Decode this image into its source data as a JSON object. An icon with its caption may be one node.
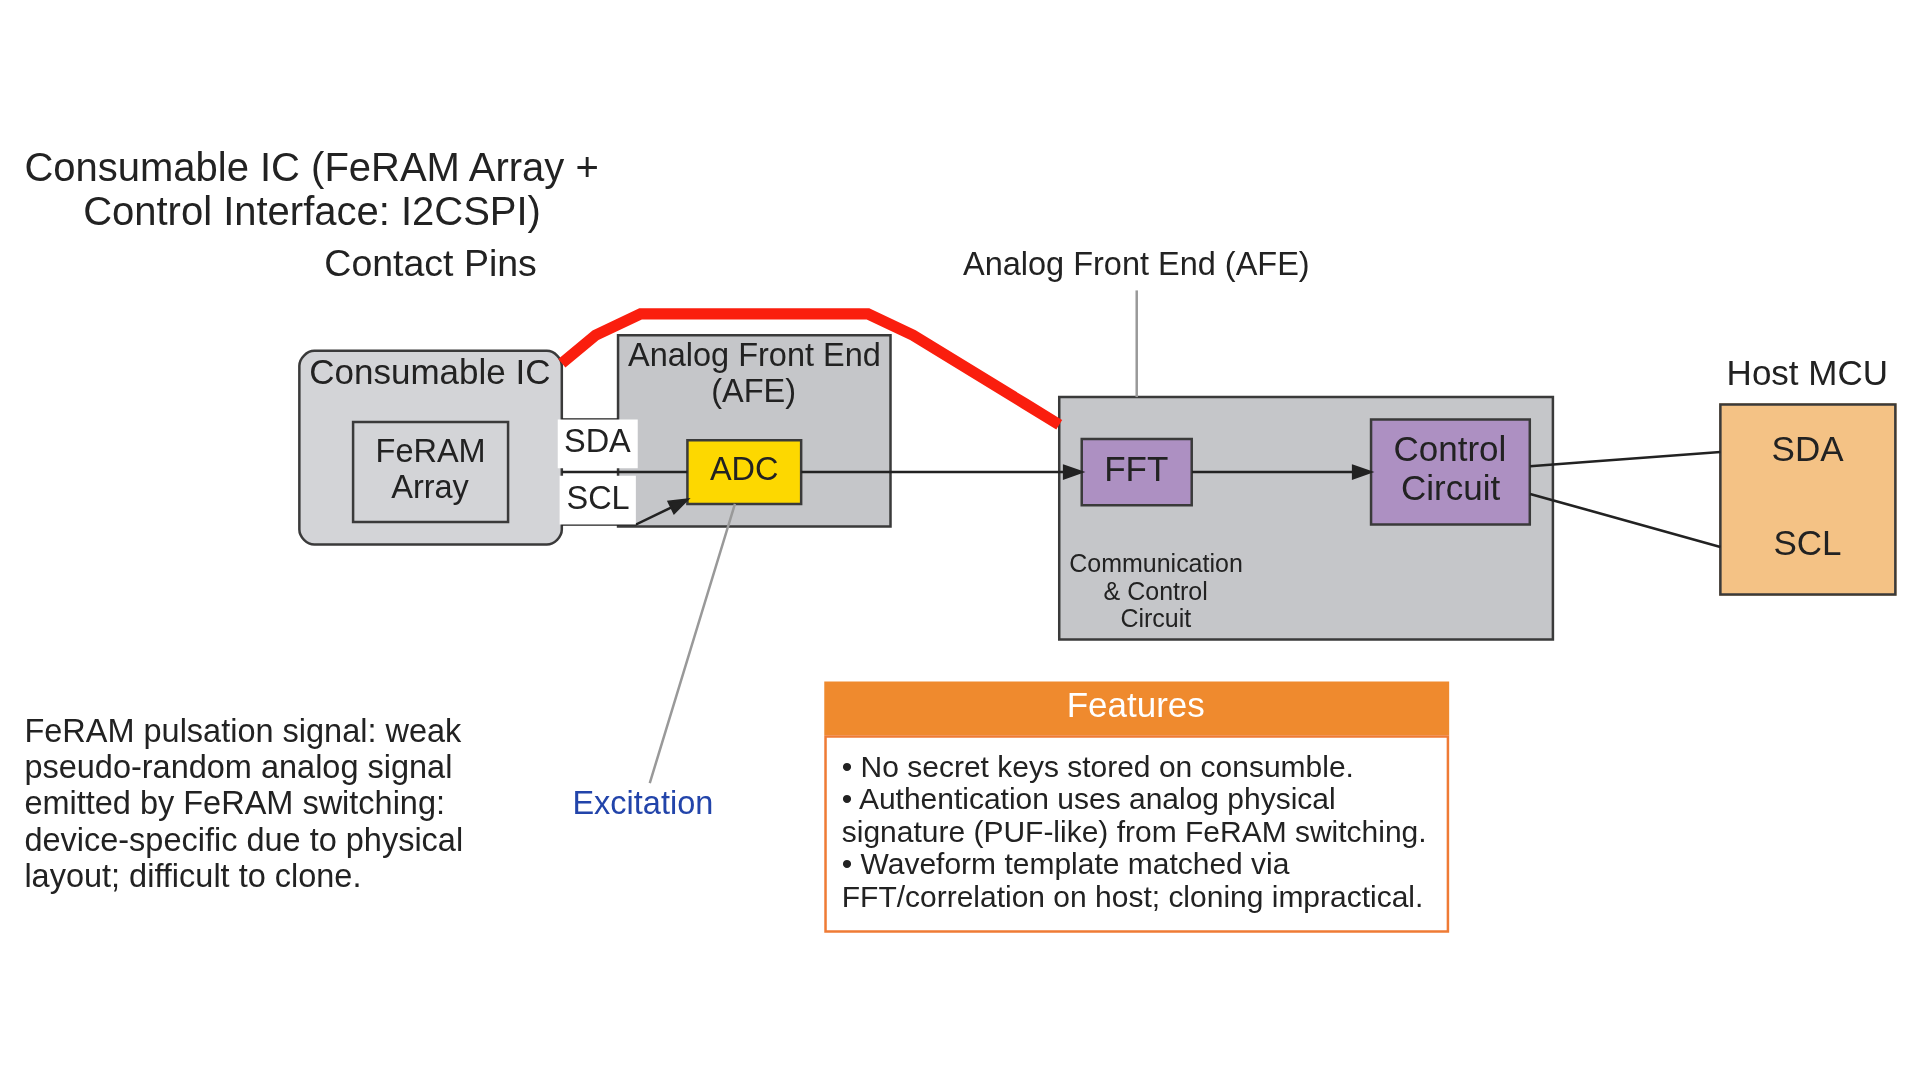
{
  "diagram": {
    "title": "Consumable IC (FeRAM Array + Control Interface: I2CSPI)",
    "nodes": [
      {
        "text": [
          "Consumable IC"
        ]
      },
      {
        "text": [
          "FeRAM Array"
        ],
        "in": 0
      },
      {
        "text": [
          "Analog Front End (AFE)"
        ]
      },
      {
        "text": [
          "ADC"
        ],
        "in": 2
      },
      {
        "text": [
          "Analog Front End (AFE)"
        ]
      },
      {
        "text": [
          "Communication & Control Circuit"
        ]
      },
      {
        "text": [
          "FFT"
        ],
        "in": 5
      },
      {
        "text": [
          "Control Circuit"
        ],
        "in": 5
      },
      {
        "text": [
          "Host MCU",
          "SDA",
          "SCL"
        ]
      },
      {
        "text": [
          "Excitation"
        ]
      },
      {
        "text": [
          "Features",
          "• No secret keys stored on consumble.",
          "• Authentication uses analog physical signature (PUF-like) from FeRAM switching.",
          "• Waveform template matched via FFT/correlation on host; cloning impractical."
        ]
      }
    ],
    "edges": [
      {
        "from": 0,
        "to": 5,
        "arrow": "none",
        "style": "thick",
        "color": "#fa1e0e"
      },
      {
        "from": 0,
        "to": 2,
        "arrow": "none"
      },
      {
        "from": 0,
        "to": 3,
        "arrow": "to",
        "label": "SCL"
      },
      {
        "from": 0,
        "to": 3,
        "arrow": "none",
        "label": "SDA"
      },
      {
        "from": 3,
        "to": 6,
        "arrow": "to"
      },
      {
        "from": 6,
        "to": 7,
        "arrow": "to"
      },
      {
        "from": 7,
        "to": 8,
        "arrow": "none"
      },
      {
        "from": 7,
        "to": 8,
        "arrow": "none"
      },
      {
        "from": 4,
        "to": 5,
        "arrow": "none",
        "color": "#999999"
      },
      {
        "from": 9,
        "to": 3,
        "arrow": "none",
        "color": "#999999"
      }
    ],
    "labels": [
      "Contact Pins",
      "FeRAM pulsation signal: weak pseudo-random analog signal emitted by FeRAM switching: device-specific due to physical layout; difficult to clone."
    ]
  }
}
